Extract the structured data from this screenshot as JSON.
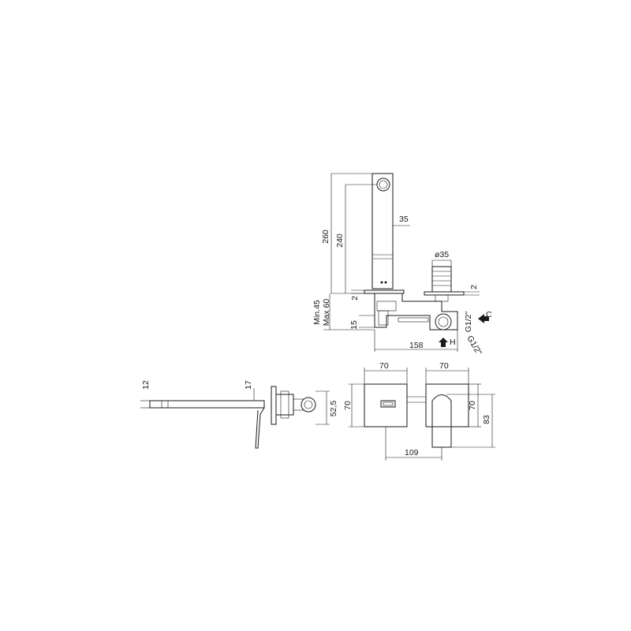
{
  "drawing": {
    "dimensions": {
      "spout_height_total": "260",
      "spout_height_inner": "240",
      "spout_width": "35",
      "handle_diameter": "ø35",
      "plate_thickness_right": "2",
      "plate_thickness_left": "2",
      "wall_depth_min": "Min.45",
      "wall_depth_max": "Max 60",
      "offset_15": "15",
      "body_length": "158",
      "thread_top": "G1/2\"",
      "thread_bottom": "G1/2\"",
      "inlet_cold": "C",
      "inlet_hot": "H",
      "side_12": "12",
      "side_17": "17",
      "side_52_5": "52,5",
      "plate_left_width": "70",
      "plate_right_width": "70",
      "plate_left_height": "70",
      "plate_right_height": "70",
      "lever_height": "83",
      "centers_distance": "109"
    }
  }
}
